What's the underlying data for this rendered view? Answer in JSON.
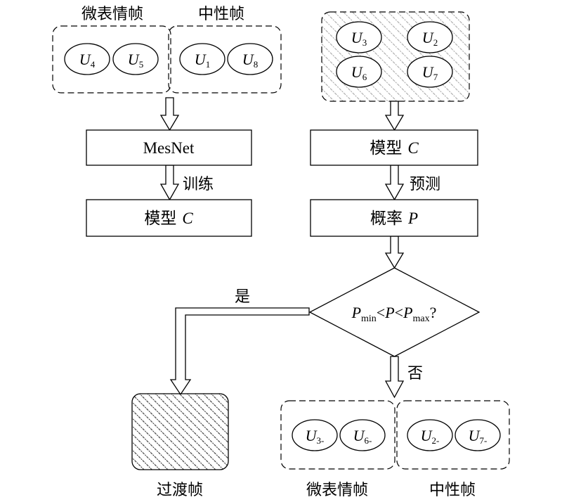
{
  "top_left": {
    "group_a_label": "微表情帧",
    "group_b_label": "中性帧",
    "u4": "4",
    "u5": "5",
    "u1": "1",
    "u8": "8"
  },
  "top_right": {
    "u3": "3",
    "u2": "2",
    "u6": "6",
    "u7": "7"
  },
  "left_flow": {
    "mesnet_label": "MesNet",
    "train_label": "训练",
    "model_label": "模型",
    "model_var": "C"
  },
  "right_flow": {
    "model_label": "模型",
    "model_var": "C",
    "predict_label": "预测",
    "prob_label": "概率",
    "prob_var": "P"
  },
  "decision": {
    "p": "P",
    "min_sub": "min",
    "lt": "<",
    "max_sub": "max",
    "q": "?",
    "yes_label": "是",
    "no_label": "否"
  },
  "bottom": {
    "transition_label": "过渡帧",
    "micro_label": "微表情帧",
    "neutral_label": "中性帧",
    "u3": "3-",
    "u6": "6-",
    "u2": "2-",
    "u7": "7-"
  },
  "u_letter": "U"
}
